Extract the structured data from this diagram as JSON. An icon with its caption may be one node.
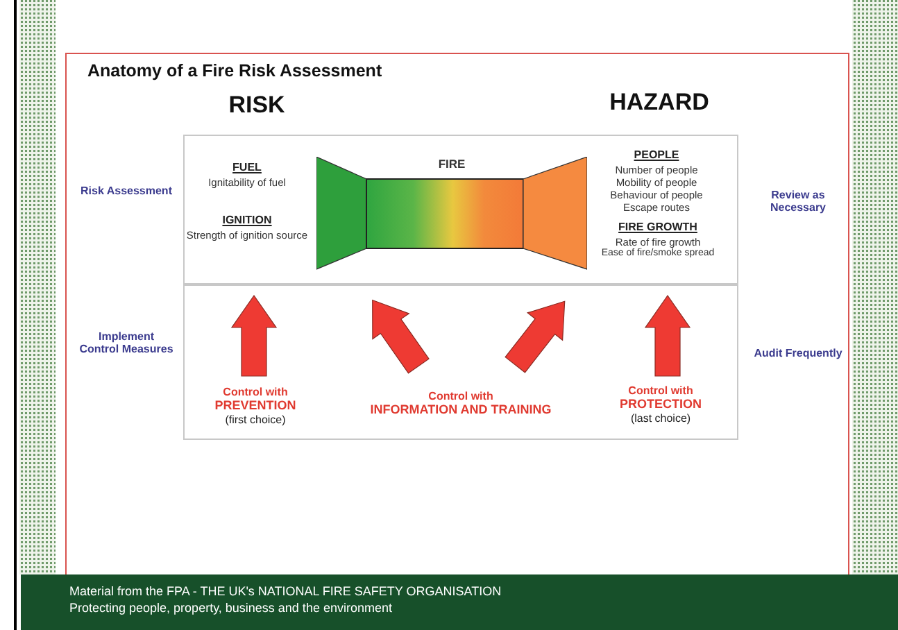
{
  "diagram": {
    "title": "Anatomy of a Fire Risk Assessment",
    "nodes": [
      {
        "text": [],
        "shape": "box"
      },
      {
        "text": [
          "FUEL",
          "Ignitability of fuel"
        ],
        "in": 0
      },
      {
        "text": [
          "IGNITION",
          "Strength of ignition source"
        ],
        "in": 0
      },
      {
        "text": [
          "FIRE"
        ],
        "in": 0
      },
      {
        "text": [
          "PEOPLE",
          "Number of people",
          "Mobility of people",
          "Behaviour of people",
          "Escape routes"
        ],
        "in": 0
      },
      {
        "text": [
          "FIRE GROWTH",
          "Rate of fire growth",
          "Ease of fire/smoke spread"
        ],
        "in": 0
      },
      {
        "text": [],
        "shape": "box"
      }
    ],
    "labels": [
      "RISK",
      "HAZARD",
      "Risk Assessment",
      "Review as Necessary",
      "Implement Control Measures",
      "Audit Frequently",
      "Control with",
      "PREVENTION",
      "(first choice)",
      "Control with",
      "INFORMATION AND TRAINING",
      "Control with",
      "PROTECTION",
      "(last choice)",
      "Material from the FPA - THE UK's NATIONAL FIRE SAFETY ORGANISATION",
      "Protecting people, property, business and the environment"
    ]
  }
}
